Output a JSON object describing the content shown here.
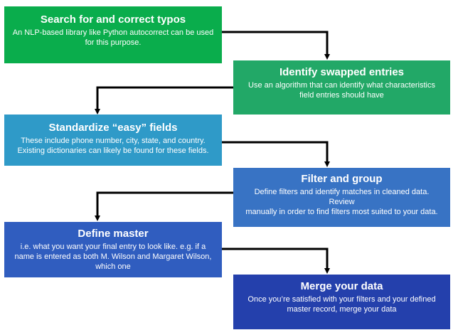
{
  "steps": [
    {
      "title": "Search for and correct typos",
      "desc": "An NLP-based library like Python autocorrect can be used\nfor this purpose."
    },
    {
      "title": "Identify swapped entries",
      "desc": "Use an algorithm that can identify what characteristics\nfield entries should have"
    },
    {
      "title": "Standardize “easy” fields",
      "desc": "These include phone number, city, state, and country.\nExisting dictionaries can likely be found for these fields."
    },
    {
      "title": "Filter and group",
      "desc": "Define filters and identify matches in cleaned data.\nReview\nmanually in order to find filters most suited to your data."
    },
    {
      "title": "Define master",
      "desc": "i.e. what you want your final entry to look like. e.g. if a\nname is entered as both M. Wilson and Margaret Wilson,\nwhich one"
    },
    {
      "title": "Merge your data",
      "desc": "Once you’re satisfied with your filters and your defined\nmaster record, merge your data"
    }
  ]
}
